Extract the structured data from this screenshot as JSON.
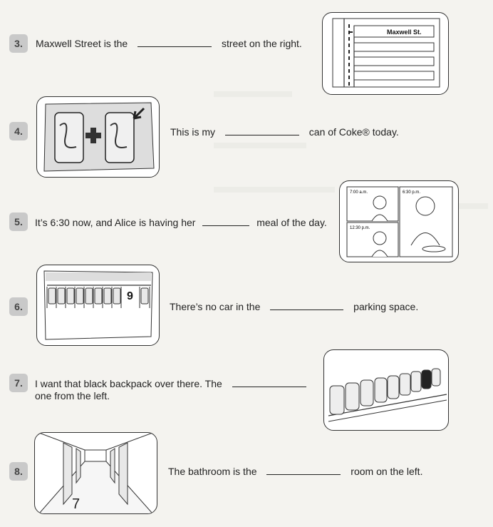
{
  "items": [
    {
      "num": "3.",
      "before": "Maxwell Street is the",
      "after": "street on the right.",
      "sign": "Maxwell St."
    },
    {
      "num": "4.",
      "before": "This is my",
      "after": "can of Coke® today."
    },
    {
      "num": "5.",
      "before": "It’s 6:30 now, and Alice is having her",
      "after": "meal of the day.",
      "times": [
        "7:00 a.m.",
        "6:30 p.m.",
        "12:30 p.m."
      ]
    },
    {
      "num": "6.",
      "before": "There’s no car in the",
      "after": "parking space.",
      "space_number": "9"
    },
    {
      "num": "7.",
      "before": "I want that black backpack over there. The",
      "after": "one from the left."
    },
    {
      "num": "8.",
      "before": "The bathroom is the",
      "after": "room on the left.",
      "door_number": "7"
    }
  ]
}
